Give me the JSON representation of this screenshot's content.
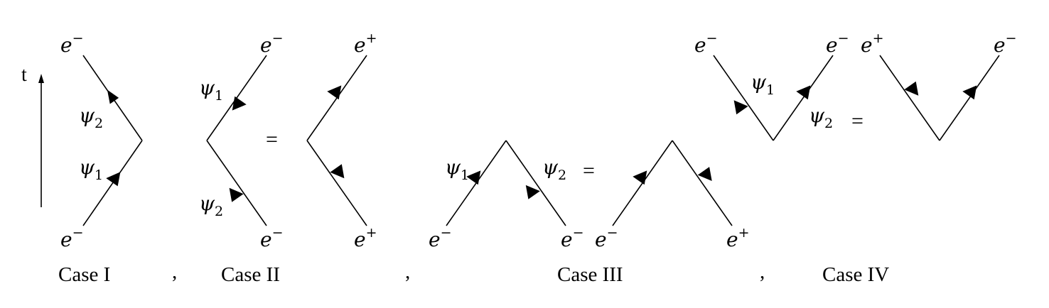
{
  "colors": {
    "ink": "#000000",
    "background": "#ffffff"
  },
  "time_axis": {
    "label": "t"
  },
  "particles": {
    "electron": {
      "base": "e",
      "sign": "−"
    },
    "positron": {
      "base": "e",
      "sign": "+"
    }
  },
  "states": {
    "psi1": {
      "base": "ψ",
      "index": "1"
    },
    "psi2": {
      "base": "ψ",
      "index": "2"
    }
  },
  "symbols": {
    "equals": "=",
    "separator": ","
  },
  "cases": [
    {
      "caption": "Case I"
    },
    {
      "caption": "Case II"
    },
    {
      "caption": "Case III"
    },
    {
      "caption": "Case IV"
    }
  ]
}
